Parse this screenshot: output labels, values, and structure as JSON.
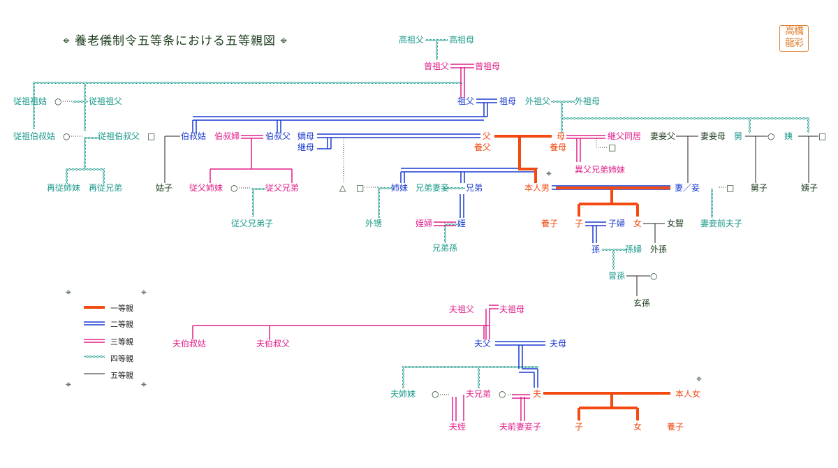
{
  "title": "養老儀制令五等条における五等親図",
  "seal": [
    "高橋",
    "龍彩"
  ],
  "colors": {
    "rank1": "#f24a10",
    "rank2": "#1a3ad0",
    "rank3": "#e0208a",
    "rank4": "#1a9a8a",
    "rank5": "#1a3a1a"
  },
  "legend": [
    {
      "label": "一等親",
      "style": "rank1"
    },
    {
      "label": "二等親",
      "style": "rank2"
    },
    {
      "label": "三等親",
      "style": "rank3"
    },
    {
      "label": "四等親",
      "style": "rank4"
    },
    {
      "label": "五等親",
      "style": "rank5"
    }
  ],
  "persons": {
    "kousofu": "高祖父",
    "kousobo": "高祖母",
    "sousofu": "曾祖父",
    "sousobo": "曾祖母",
    "jusoshi": "従祖祖姑",
    "jusosofu": "従祖祖父",
    "sofu": "祖父",
    "sobo": "祖母",
    "gaisofu": "外祖父",
    "gaisobo": "外祖母",
    "jusoshuku_ko": "従祖伯叔姑",
    "jusoshuku_fu": "従祖伯叔父",
    "hakushuku_ko": "伯叔姑",
    "hakushuku_fu_wife": "伯叔婦",
    "hakushuku_fu": "伯叔父",
    "tekibo": "嫡母",
    "keibo": "継母",
    "chichi": "父",
    "yofu": "養父",
    "haha": "母",
    "yobo": "養母",
    "keifu_dokyo": "継父同居",
    "saishofu": "妻妾父",
    "saishobo": "妻妾母",
    "kyu": "舅",
    "i": "姨",
    "sai_jushimai": "再従姉妹",
    "sai_jukeitei": "再従兄弟",
    "koshi": "姑子",
    "juhu_shimai": "従父姉妹",
    "juhu_keitei": "従父兄弟",
    "ifu_keitei_shimai": "異父兄弟姉妹",
    "shimai": "姉妹",
    "keitei_saisho": "兄弟妻妾",
    "keitei": "兄弟",
    "honnin_otoko": "本人男",
    "sai_sho": "妻／妾",
    "kyushi": "舅子",
    "ishi": "姨子",
    "juhu_keitei_shi": "従父兄弟子",
    "gaisei": "外甥",
    "teppu": "姪婦",
    "tetsu": "姪",
    "keitei_son": "兄弟孫",
    "yoshi": "養子",
    "ko": "子",
    "shifu": "子婦",
    "musume": "女",
    "joseki": "女聟",
    "saisho_zenpu_shi": "妻妾前夫子",
    "mago": "孫",
    "sonpu": "孫婦",
    "gaison": "外孫",
    "soson": "曾孫",
    "genson": "玄孫",
    "otto_sofu": "夫祖父",
    "otto_sobo": "夫祖母",
    "otto_hakushuku_ko": "夫伯叔姑",
    "otto_hakushuku_fu": "夫伯叔父",
    "otto_chichi": "夫父",
    "otto_haha": "夫母",
    "otto_shimai": "夫姉妹",
    "otto_keitei": "夫兄弟",
    "otto": "夫",
    "honnin_onna": "本人女",
    "otto_tetsu": "夫姪",
    "otto_zen_saisho_shi": "夫前妻妾子",
    "ko2": "子",
    "musume2": "女",
    "yoshi2": "養子"
  },
  "unnamed_marks": {
    "circle": "○",
    "square": "□",
    "triangle": "△"
  }
}
